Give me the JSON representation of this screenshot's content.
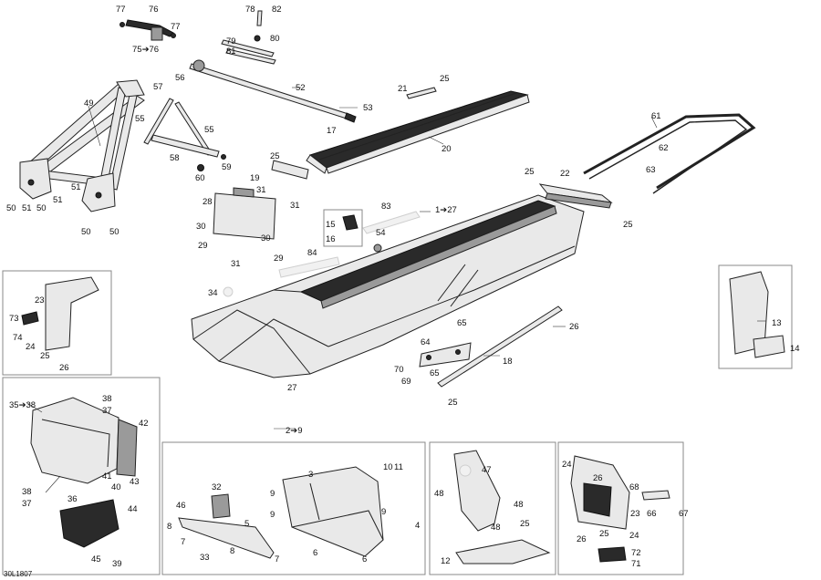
{
  "drawing_code": "30L1807",
  "callouts": {
    "c1": "1➔27",
    "c2": "2➔9",
    "c3": "3",
    "c4": "4",
    "c5": "5",
    "c6": "6",
    "c7": "7",
    "c8": "8",
    "c9": "9",
    "c10": "10",
    "c11": "11",
    "c12": "12",
    "c13": "13",
    "c14": "14",
    "c15": "15",
    "c16": "16",
    "c17": "17",
    "c18": "18",
    "c19": "19",
    "c20": "20",
    "c21": "21",
    "c22": "22",
    "c23": "23",
    "c24": "24",
    "c25": "25",
    "c26": "26",
    "c27": "27",
    "c28": "28",
    "c29": "29",
    "c30": "30",
    "c31": "31",
    "c32": "32",
    "c33": "33",
    "c34": "34",
    "c35": "35➔38",
    "c36": "36",
    "c37": "37",
    "c38": "38",
    "c39": "39",
    "c40": "40",
    "c41": "41",
    "c42": "42",
    "c43": "43",
    "c44": "44",
    "c45": "45",
    "c46": "46",
    "c47": "47",
    "c48": "48",
    "c49": "49",
    "c50": "50",
    "c51": "51",
    "c52": "52",
    "c53": "53",
    "c54": "54",
    "c55": "55",
    "c56": "56",
    "c57": "57",
    "c58": "58",
    "c59": "59",
    "c60": "60",
    "c61": "61",
    "c62": "62",
    "c63": "63",
    "c64": "64",
    "c65": "65",
    "c66": "66",
    "c67": "67",
    "c68": "68",
    "c69": "69",
    "c70": "70",
    "c71": "71",
    "c72": "72",
    "c73": "73",
    "c74": "74",
    "c75": "75➔76",
    "c76": "76",
    "c77": "77",
    "c78": "78",
    "c79": "79",
    "c80": "80",
    "c81": "81",
    "c82": "82",
    "c83": "83",
    "c84": "84"
  }
}
